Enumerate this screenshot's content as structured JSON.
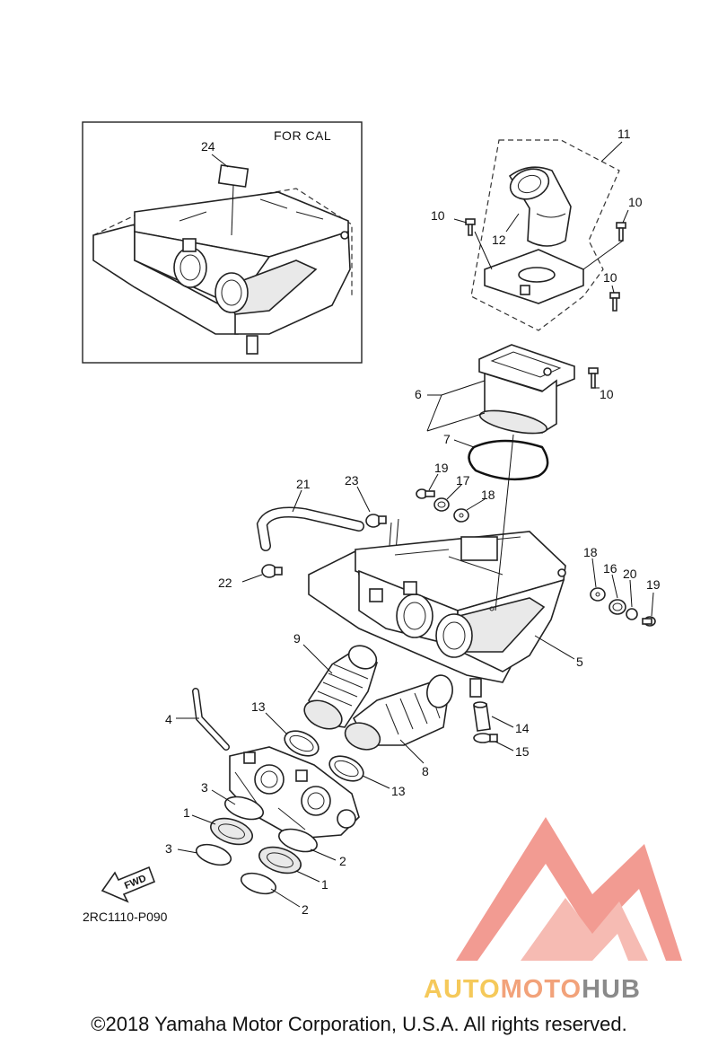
{
  "diagram": {
    "inset_label": "FOR CAL",
    "drawing_code": "2RC1110-P090",
    "fwd_label": "FWD",
    "callouts": {
      "c1a": "1",
      "c1b": "1",
      "c2a": "2",
      "c2b": "2",
      "c3a": "3",
      "c3b": "3",
      "c4": "4",
      "c5": "5",
      "c6": "6",
      "c7": "7",
      "c8": "8",
      "c9": "9",
      "c10a": "10",
      "c10b": "10",
      "c10c": "10",
      "c10d": "10",
      "c11": "11",
      "c12": "12",
      "c13a": "13",
      "c13b": "13",
      "c14": "14",
      "c15": "15",
      "c16": "16",
      "c17": "17",
      "c18a": "18",
      "c18b": "18",
      "c19a": "19",
      "c19b": "19",
      "c20": "20",
      "c21": "21",
      "c22": "22",
      "c23": "23",
      "c24": "24"
    }
  },
  "watermark": {
    "part1": "AUTO",
    "part2": "MOTO",
    "part3": "HUB",
    "colors": {
      "auto": "#f5c95a",
      "moto": "#f2a27a",
      "hub": "#8a8a8a",
      "logo": "#f08a80"
    }
  },
  "footer": {
    "copyright": "©2018 Yamaha Motor Corporation, U.S.A. All rights reserved."
  }
}
